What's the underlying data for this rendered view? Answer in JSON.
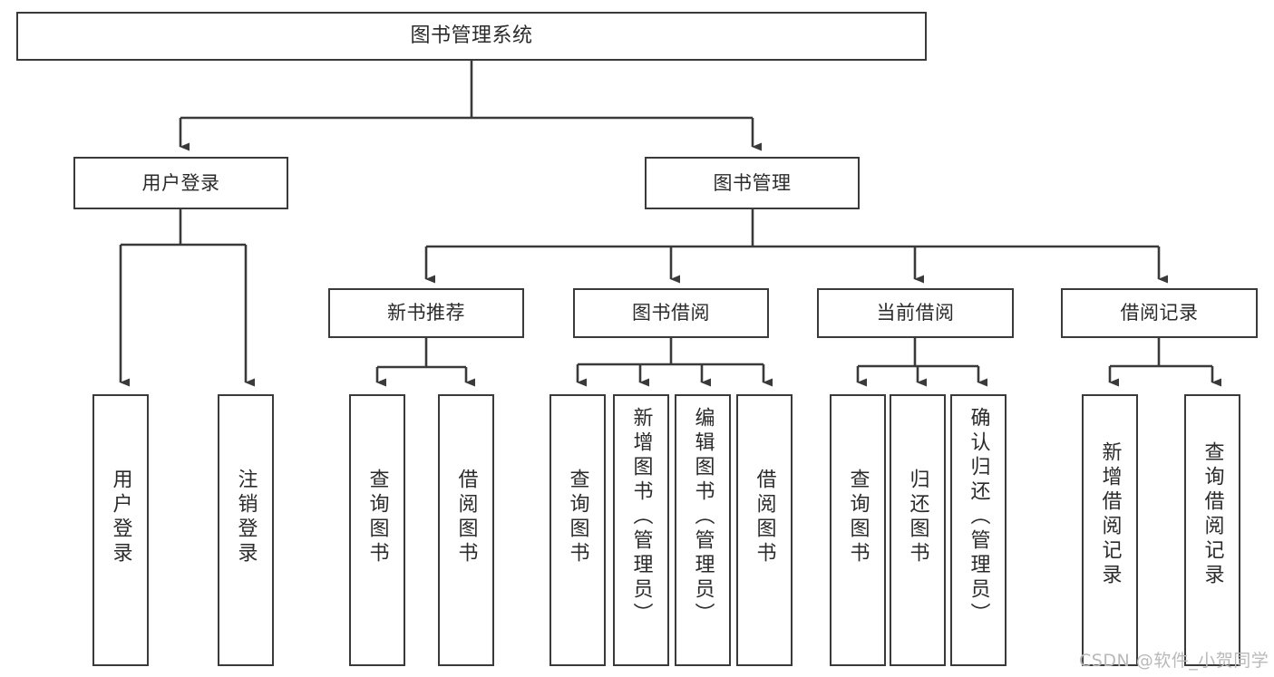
{
  "diagram": {
    "title": "图书管理系统",
    "type": "hierarchy-tree",
    "nodes": {
      "root": {
        "label": "图书管理系统"
      },
      "level2": [
        {
          "id": "user-login",
          "label": "用户登录"
        },
        {
          "id": "book-manage",
          "label": "图书管理"
        }
      ],
      "level3": [
        {
          "id": "new-book-recommend",
          "label": "新书推荐"
        },
        {
          "id": "book-borrow",
          "label": "图书借阅"
        },
        {
          "id": "current-borrow",
          "label": "当前借阅"
        },
        {
          "id": "borrow-record",
          "label": "借阅记录"
        }
      ],
      "leaves": [
        {
          "id": "leaf-user-login",
          "label": "用户登录"
        },
        {
          "id": "leaf-logout-login",
          "label": "注销登录"
        },
        {
          "id": "leaf-query-book-1",
          "label": "查询图书"
        },
        {
          "id": "leaf-borrow-book-1",
          "label": "借阅图书"
        },
        {
          "id": "leaf-query-book-2",
          "label": "查询图书"
        },
        {
          "id": "leaf-add-book-admin",
          "label": "新增图书（管理员）"
        },
        {
          "id": "leaf-edit-book-admin",
          "label": "编辑图书（管理员）"
        },
        {
          "id": "leaf-borrow-book-2",
          "label": "借阅图书"
        },
        {
          "id": "leaf-query-book-3",
          "label": "查询图书"
        },
        {
          "id": "leaf-return-book",
          "label": "归还图书"
        },
        {
          "id": "leaf-confirm-return-admin",
          "label": "确认归还（管理员）"
        },
        {
          "id": "leaf-add-borrow-record",
          "label": "新增借阅记录"
        },
        {
          "id": "leaf-query-borrow-record",
          "label": "查询借阅记录"
        }
      ]
    },
    "colors": {
      "stroke": "#3a3a3a",
      "fill": "#ffffff",
      "text": "#2b2b2b",
      "watermark": "#b9b9b9"
    }
  },
  "watermark": {
    "text": "CSDN @软件_小贺同学"
  }
}
